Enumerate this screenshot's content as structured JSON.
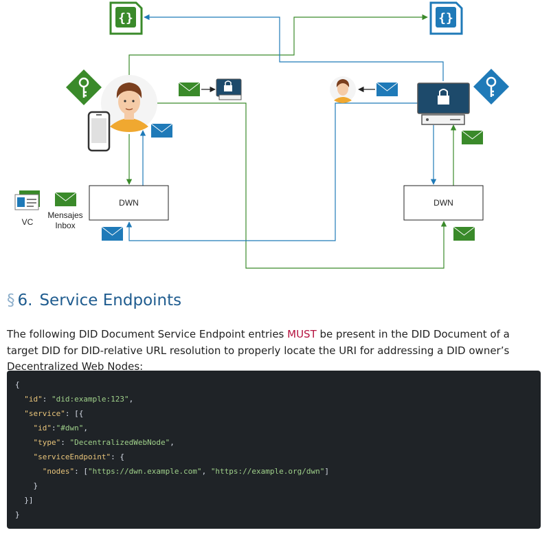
{
  "diagram": {
    "dwn_left_label": "DWN",
    "dwn_right_label": "DWN",
    "vc_label": "VC",
    "inbox_label_line1": "Mensajes",
    "inbox_label_line2": "Inbox",
    "colors": {
      "green": "#3a8a2a",
      "blue": "#1f7ab8",
      "navy": "#1d4a6b"
    }
  },
  "section": {
    "symbol": "§",
    "number": "6.",
    "title": "Service Endpoints"
  },
  "paragraph": {
    "before": "The following DID Document Service Endpoint entries ",
    "must": "MUST",
    "after": " be present in the DID Document of a target DID for DID-relative URL resolution to properly locate the URI for addressing a DID owner’s Decentralized Web Nodes:"
  },
  "code": {
    "l1": "{",
    "l2_indent": "  ",
    "l2_key": "\"id\"",
    "l2_sep": ": ",
    "l2_val": "\"did:example:123\"",
    "l2_end": ",",
    "l3_indent": "  ",
    "l3_key": "\"service\"",
    "l3_rest": ": [{",
    "l4_indent": "    ",
    "l4_key": "\"id\"",
    "l4_sep": ":",
    "l4_val": "\"#dwn\"",
    "l4_end": ",",
    "l5_indent": "    ",
    "l5_key": "\"type\"",
    "l5_sep": ": ",
    "l5_val": "\"DecentralizedWebNode\"",
    "l5_end": ",",
    "l6_indent": "    ",
    "l6_key": "\"serviceEndpoint\"",
    "l6_rest": ": {",
    "l7_indent": "      ",
    "l7_key": "\"nodes\"",
    "l7_sep": ": [",
    "l7_val1": "\"https://dwn.example.com\"",
    "l7_comma": ", ",
    "l7_val2": "\"https://example.org/dwn\"",
    "l7_end": "]",
    "l8": "    }",
    "l9": "  }]",
    "l10": "}"
  }
}
